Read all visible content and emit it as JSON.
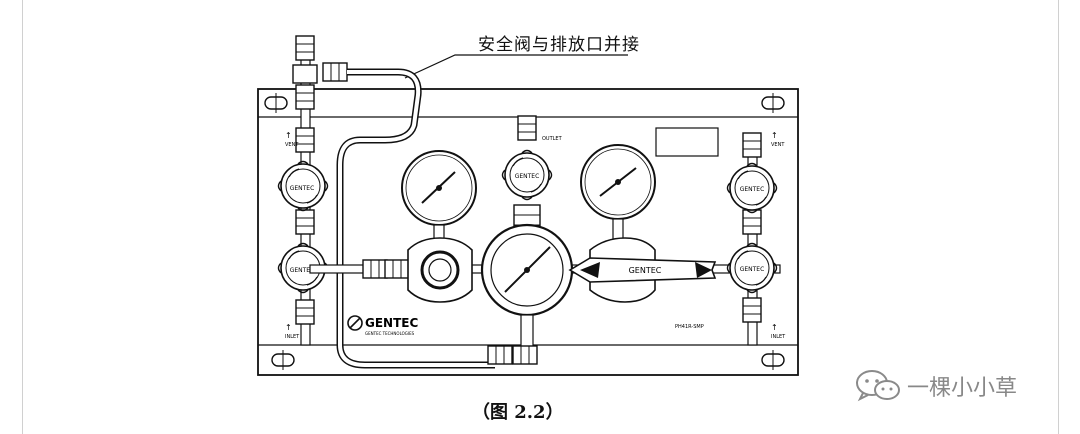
{
  "figure": {
    "callout_label": "安全阀与排放口并接",
    "caption": "（图 2.2）"
  },
  "panel": {
    "brand_logo_text": "GENTEC",
    "brand_sub_text": "GENTEC TECHNOLOGIES",
    "model_text": "PH41R-SMP",
    "knob_brand_text": "GENTEC",
    "center_knob_text": "GENTEC",
    "regulator_handle_text": "GENTEC",
    "port_labels": {
      "left_vent": "VENT",
      "left_inlet": "INLET",
      "center_outlet": "OUTLET",
      "right_vent": "VENT",
      "right_inlet": "INLET"
    }
  },
  "watermark": {
    "icon": "wechat-icon",
    "text": "一棵小小草",
    "color": "#8a8a8a"
  }
}
